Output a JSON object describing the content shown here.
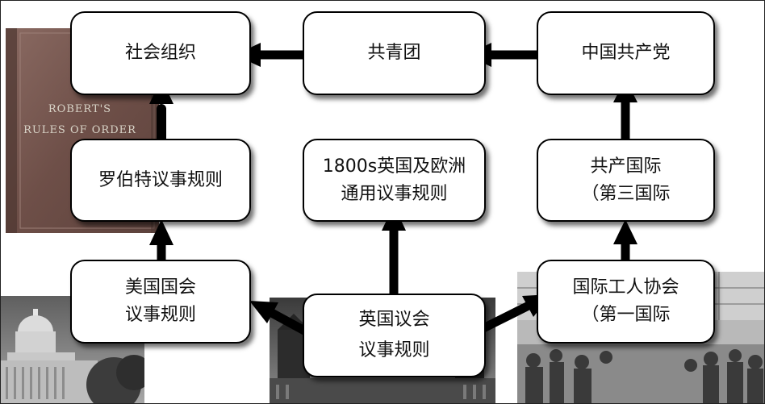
{
  "nodes": {
    "shehui_zuzhi": {
      "lines": [
        "社会组织"
      ]
    },
    "gongqingtuan": {
      "lines": [
        "共青团"
      ]
    },
    "zhongguo_gongchandang": {
      "lines": [
        "中国共产党"
      ]
    },
    "luobote": {
      "lines": [
        "罗伯特议事规则"
      ]
    },
    "europe_1800s": {
      "lines": [
        "1800s英国及欧洲",
        "通用议事规则"
      ]
    },
    "gongchan_guoji": {
      "lines": [
        "共产国际",
        "（第三国际"
      ]
    },
    "meiguo_guohui": {
      "lines": [
        "美国国会",
        "议事规则"
      ]
    },
    "yingguo_yihui": {
      "lines": [
        "英国议会",
        "议事规则"
      ]
    },
    "guoji_gongren": {
      "lines": [
        "国际工人协会",
        "（第一国际"
      ]
    }
  },
  "book": {
    "title_line1": "ROBERT'S",
    "title_line2": "RULES OF ORDER"
  },
  "colors": {
    "arrow": "#000000",
    "box_border": "#000000",
    "book_cover": "#7b5a52"
  }
}
